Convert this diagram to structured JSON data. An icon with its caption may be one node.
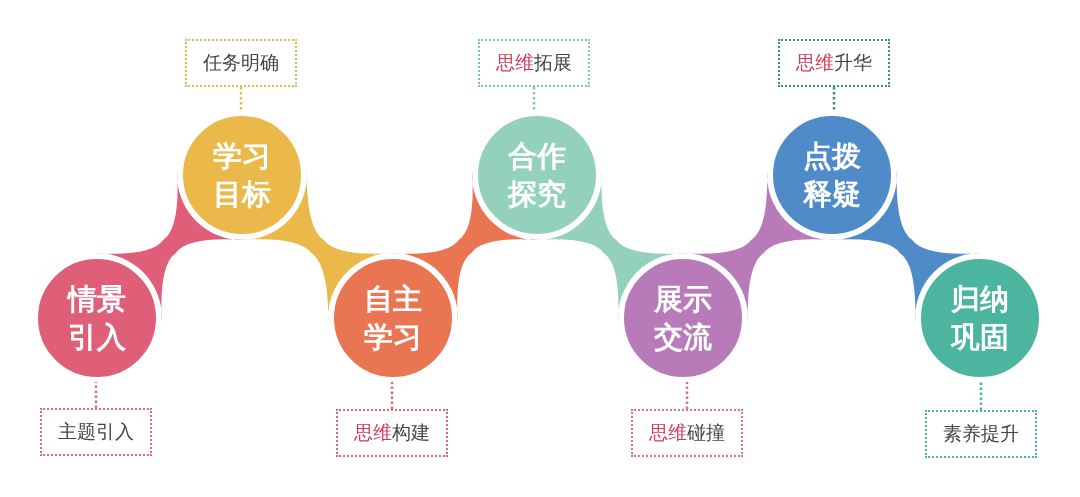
{
  "diagram": {
    "nodes": [
      {
        "text": [
          "情景引入"
        ]
      },
      {
        "text": [
          "学习目标"
        ]
      },
      {
        "text": [
          "自主学习"
        ]
      },
      {
        "text": [
          "合作探究"
        ]
      },
      {
        "text": [
          "展示交流"
        ]
      },
      {
        "text": [
          "点拨释疑"
        ]
      },
      {
        "text": [
          "归纳巩固"
        ]
      },
      {
        "text": [
          "主题引入"
        ]
      },
      {
        "text": [
          "任务明确"
        ]
      },
      {
        "text": [
          "**思维**构建"
        ]
      },
      {
        "text": [
          "**思维**拓展"
        ]
      },
      {
        "text": [
          "**思维**碰撞"
        ]
      },
      {
        "text": [
          "**思维**升华"
        ]
      },
      {
        "text": [
          "素养提升"
        ]
      }
    ],
    "edges": [
      {
        "from": 0,
        "to": 1,
        "arrow": "none",
        "style": "thick",
        "color": "#e05f78"
      },
      {
        "from": 1,
        "to": 2,
        "arrow": "none",
        "style": "thick",
        "color": "#eab94a"
      },
      {
        "from": 2,
        "to": 3,
        "arrow": "none",
        "style": "thick",
        "color": "#ea7553"
      },
      {
        "from": 3,
        "to": 4,
        "arrow": "none",
        "style": "thick",
        "color": "#93d1bb"
      },
      {
        "from": 4,
        "to": 5,
        "arrow": "none",
        "style": "thick",
        "color": "#b87ab8"
      },
      {
        "from": 5,
        "to": 6,
        "arrow": "none",
        "style": "thick",
        "color": "#4f8bc9"
      },
      {
        "from": 7,
        "to": 0,
        "arrow": "none",
        "style": "dashed",
        "color": "#e36c84"
      },
      {
        "from": 8,
        "to": 1,
        "arrow": "none",
        "style": "dashed",
        "color": "#e6b850"
      },
      {
        "from": 9,
        "to": 2,
        "arrow": "none",
        "style": "dashed",
        "color": "#e06a6a"
      },
      {
        "from": 10,
        "to": 3,
        "arrow": "none",
        "style": "dashed",
        "color": "#7cc7b5"
      },
      {
        "from": 11,
        "to": 4,
        "arrow": "none",
        "style": "dashed",
        "color": "#e07090"
      },
      {
        "from": 12,
        "to": 5,
        "arrow": "none",
        "style": "dashed",
        "color": "#3b8f86"
      },
      {
        "from": 13,
        "to": 6,
        "arrow": "none",
        "style": "dashed",
        "color": "#4db3a0"
      }
    ]
  }
}
